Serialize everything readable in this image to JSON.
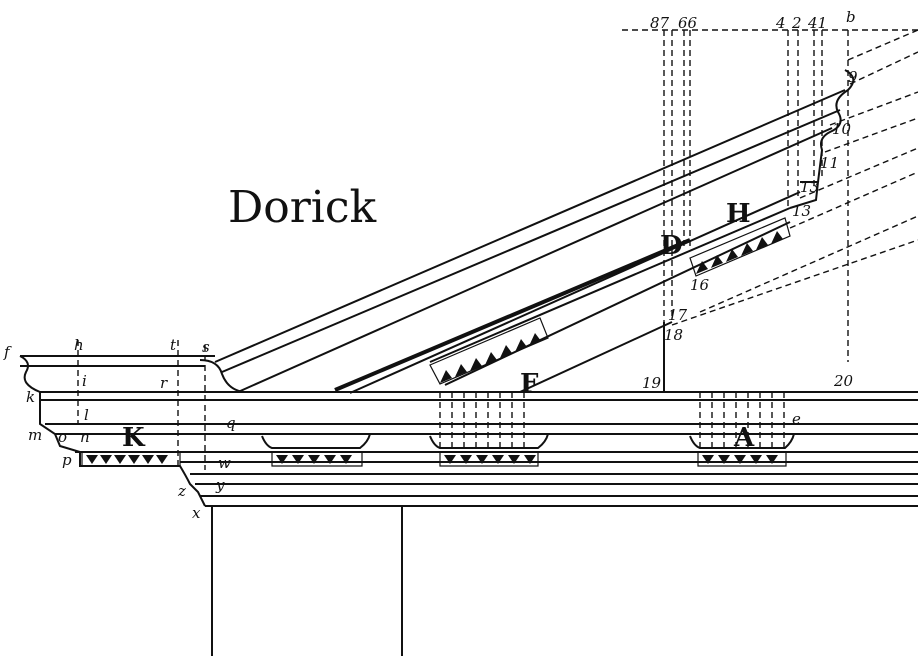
{
  "title": "Dorick",
  "letters": {
    "f": "f",
    "h": "h",
    "t": "t",
    "s": "s",
    "i": "i",
    "r": "r",
    "k": "k",
    "l": "l",
    "m": "m",
    "o": "o",
    "n": "n",
    "p": "p",
    "q": "q",
    "w": "w",
    "z": "z",
    "y": "y",
    "x": "x",
    "b": "b",
    "e": "e"
  },
  "capitals": {
    "K": "K",
    "A": "A",
    "H": "H",
    "F": "F",
    "D": "D"
  },
  "numbers": {
    "n87": "87",
    "n66": "66",
    "n4": "4",
    "n2": "2",
    "n41": "41",
    "n9": "9",
    "n10": "10",
    "n11": "11",
    "n13a": "13",
    "n13b": "13",
    "n16": "16",
    "n17": "17",
    "n18": "18",
    "n19": "19",
    "n20": "20"
  }
}
